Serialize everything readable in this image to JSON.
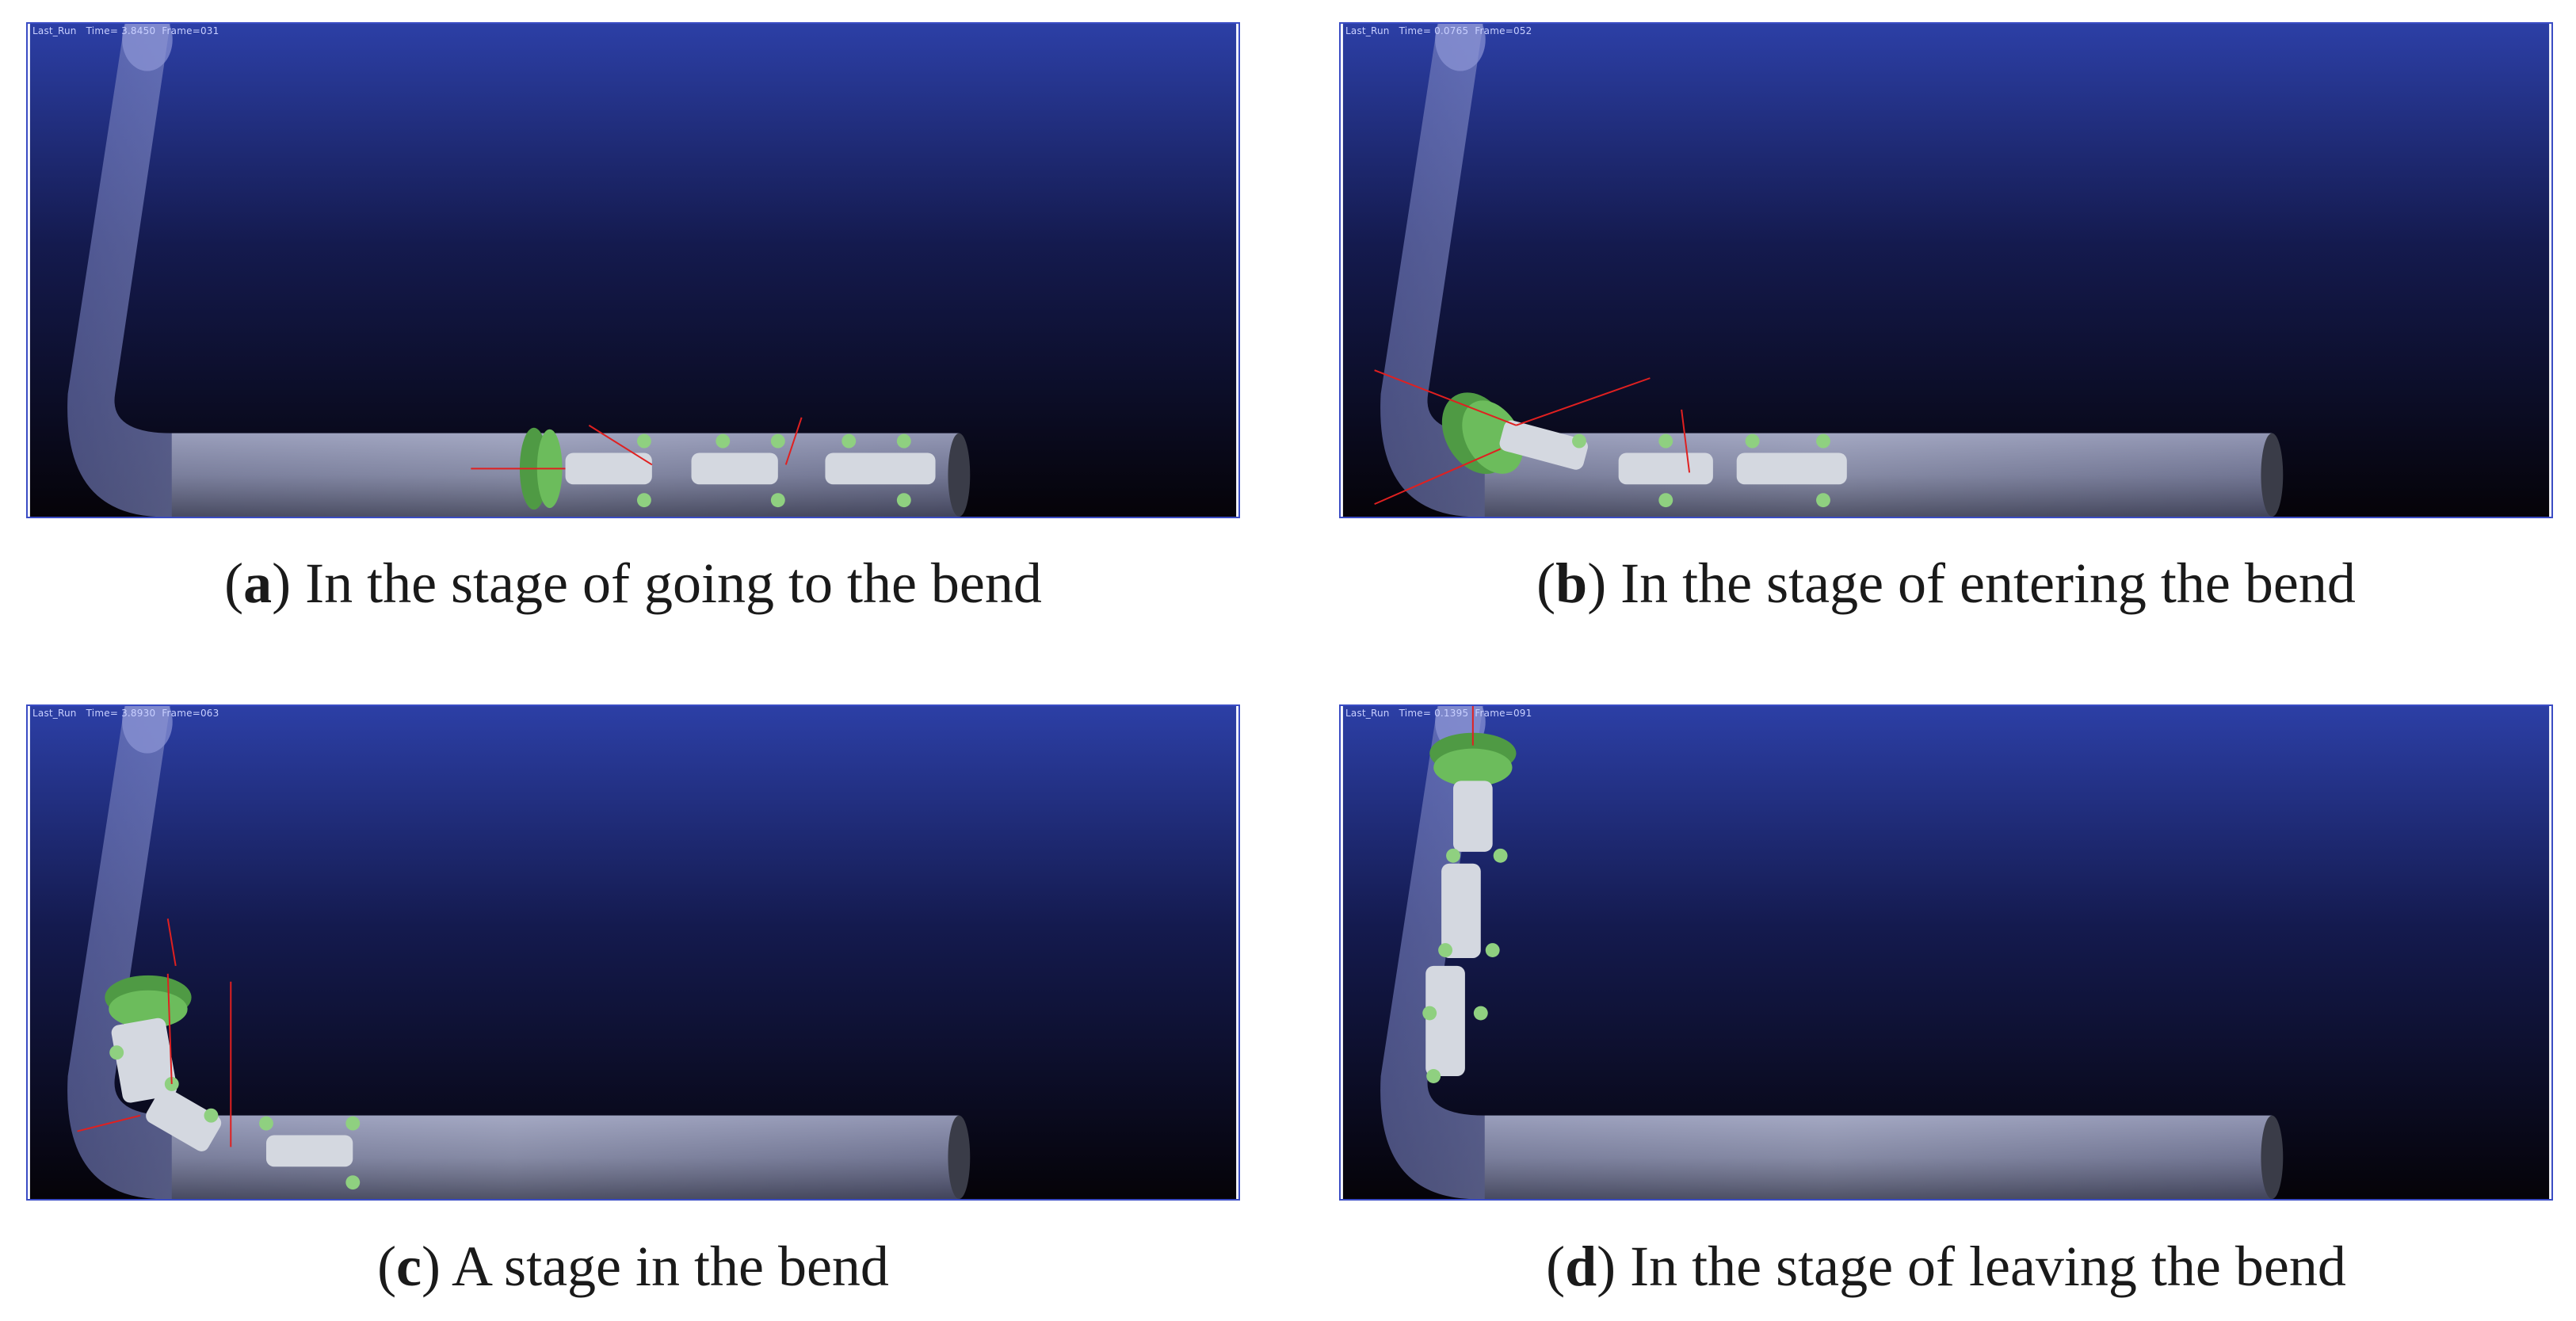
{
  "colors": {
    "sky_top": "#2c3fa6",
    "sky_mid": "#141a4e",
    "sky_bottom": "#050308",
    "pipe": "#9aa4d8",
    "robot_body": "#d4d8e0",
    "robot_wheel": "#5aa84c",
    "force_arrow": "#e02020",
    "panel_border": "#3a4cc4"
  },
  "panels": [
    {
      "id": "a",
      "overlay_text": "Last_Run   Time= 3.8450  Frame=031",
      "caption_letter": "a",
      "caption_text": " In the stage of going to the bend"
    },
    {
      "id": "b",
      "overlay_text": "Last_Run   Time= 0.0765  Frame=052",
      "caption_letter": "b",
      "caption_text": " In the stage of entering the bend"
    },
    {
      "id": "c",
      "overlay_text": "Last_Run   Time= 3.8930  Frame=063",
      "caption_letter": "c",
      "caption_text": " A stage in the bend"
    },
    {
      "id": "d",
      "overlay_text": "Last_Run   Time= 0.1395  Frame=091",
      "caption_letter": "d",
      "caption_text": " In the stage of leaving the bend"
    }
  ]
}
